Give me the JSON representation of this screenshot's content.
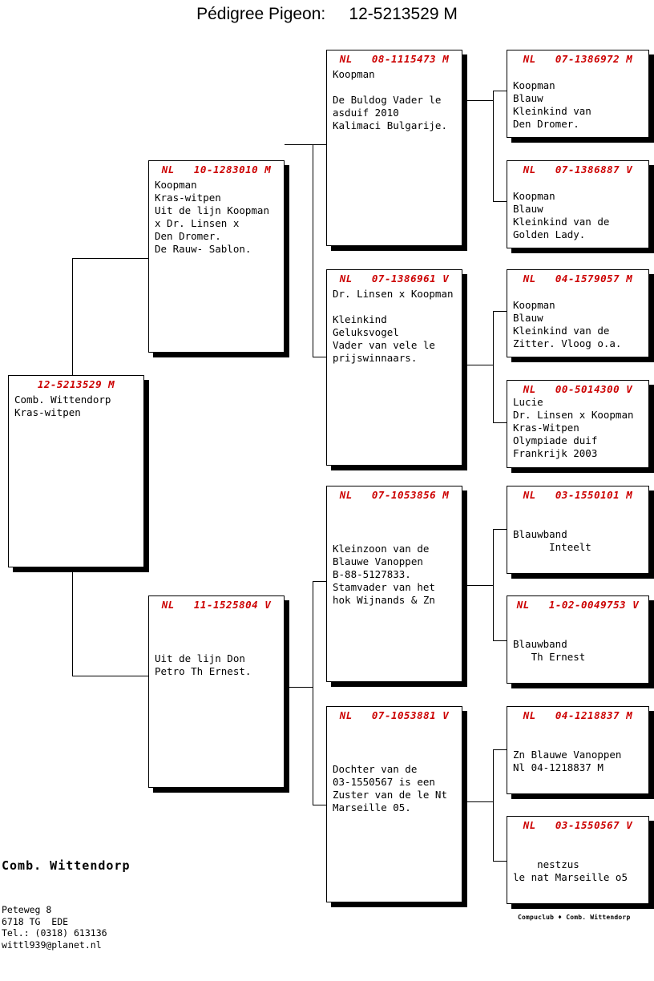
{
  "title": "Pédigree Pigeon:     12-5213529 M",
  "colors": {
    "header_text": "#cc0000",
    "body_text": "#000000",
    "box_border": "#000000",
    "shadow": "#000000",
    "background": "#ffffff"
  },
  "subject": {
    "header": "12-5213529 M",
    "body": "Comb. Wittendorp\nKras-witpen"
  },
  "parents": [
    {
      "header": "NL   10-1283010 M",
      "body": "Koopman\nKras-witpen\nUit de lijn Koopman\nx Dr. Linsen x\nDen Dromer.\nDe Rauw- Sablon."
    },
    {
      "header": "NL   11-1525804 V",
      "body": "\n\n\nUit de lijn Don\nPetro Th Ernest."
    }
  ],
  "grandparents": [
    {
      "header": "NL   08-1115473 M",
      "body": "Koopman\n\nDe Buldog Vader le\nasduif 2010\nKalimaci Bulgarije."
    },
    {
      "header": "NL   07-1386961 V",
      "body": "Dr. Linsen x Koopman\n\nKleinkind\nGeluksvogel\nVader van vele le\nprijswinnaars."
    },
    {
      "header": "NL   07-1053856 M",
      "body": "\n\n\nKleinzoon van de\nBlauwe Vanoppen\nB-88-5127833.\nStamvader van het\nhok Wijnands & Zn"
    },
    {
      "header": "NL   07-1053881 V",
      "body": "\n\n\nDochter van de\n03-1550567 is een\nZuster van de le Nt\nMarseille 05."
    }
  ],
  "greatgrandparents": [
    {
      "header": "NL   07-1386972 M",
      "body": "\nKoopman\nBlauw\nKleinkind van\nDen Dromer."
    },
    {
      "header": "NL   07-1386887 V",
      "body": "\nKoopman\nBlauw\nKleinkind van de\nGolden Lady."
    },
    {
      "header": "NL   04-1579057 M",
      "body": "\nKoopman\nBlauw\nKleinkind van de\nZitter. Vloog o.a."
    },
    {
      "header": "NL   00-5014300 V",
      "body": "Lucie\nDr. Linsen x Koopman\nKras-Witpen\nOlympiade duif\nFrankrijk 2003"
    },
    {
      "header": "NL   03-1550101 M",
      "body": "\n\nBlauwband\n      Inteelt"
    },
    {
      "header": "NL   1-02-0049753 V",
      "body": "\n\nBlauwband\n   Th Ernest"
    },
    {
      "header": "NL   04-1218837 M",
      "body": "\n\nZn Blauwe Vanoppen\nNl 04-1218837 M"
    },
    {
      "header": "NL   03-1550567 V",
      "body": "\n\n    nestzus\nle nat Marseille o5"
    }
  ],
  "footer": {
    "name": "Comb. Wittendorp",
    "address": "Peteweg 8\n6718 TG  EDE\nTel.: (0318) 613136\nwittl939@planet.nl"
  },
  "credit": "Compuclub ♦ Comb. Wittendorp"
}
